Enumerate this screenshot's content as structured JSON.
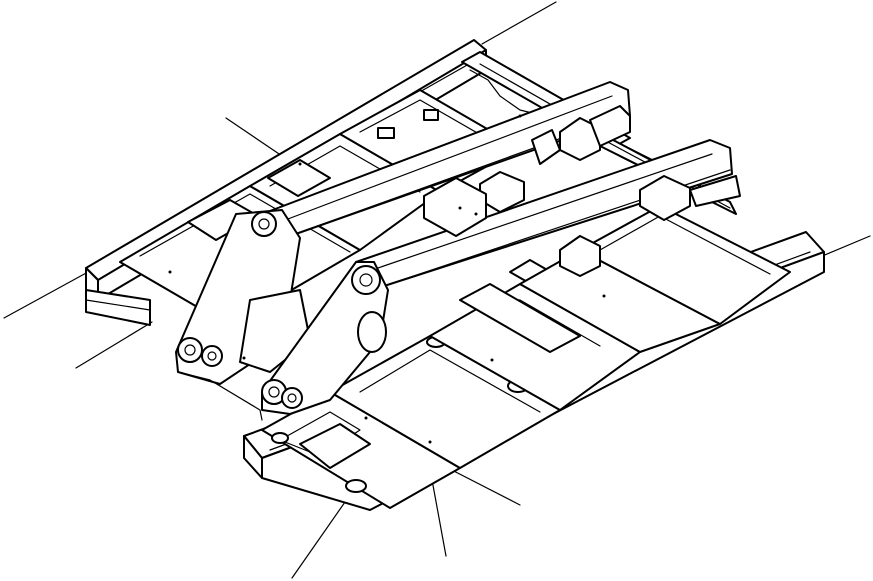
{
  "figure": {
    "background_color": "#ffffff",
    "line_color": "#000000",
    "callouts": [
      {
        "id": "callout-1"
      },
      {
        "id": "callout-2"
      },
      {
        "id": "callout-3"
      },
      {
        "id": "callout-4"
      },
      {
        "id": "callout-5"
      },
      {
        "id": "callout-6"
      },
      {
        "id": "callout-7"
      },
      {
        "id": "callout-8"
      }
    ]
  }
}
